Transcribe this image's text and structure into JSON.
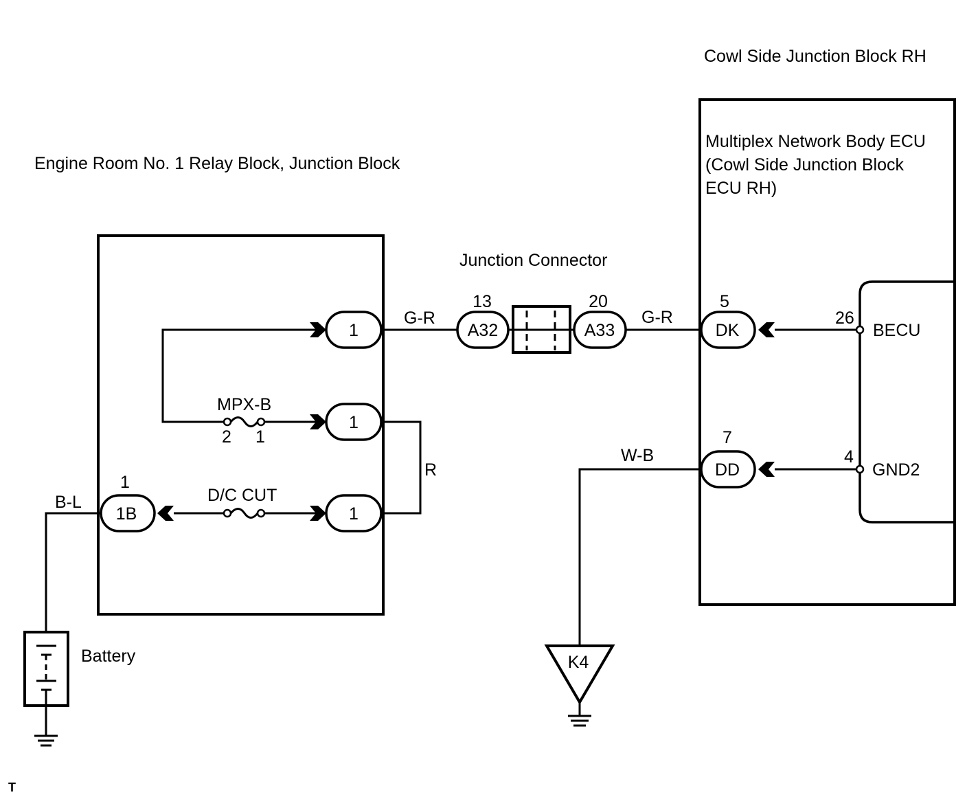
{
  "labels": {
    "cowl_block_title": "Cowl Side Junction Block RH",
    "engine_block_title": "Engine Room No. 1 Relay Block, Junction Block",
    "ecu_line1": "Multiplex Network Body ECU",
    "ecu_line2": "(Cowl Side Junction Block",
    "ecu_line3": "ECU RH)",
    "junction_connector": "Junction Connector",
    "battery": "Battery",
    "corner_mark": "T"
  },
  "fuses": {
    "mpx_b": {
      "name": "MPX-B",
      "pin_left": "2",
      "pin_right": "1"
    },
    "dc_cut": {
      "name": "D/C CUT"
    }
  },
  "wires": {
    "g_r_left": "G-R",
    "g_r_right": "G-R",
    "r": "R",
    "b_l": "B-L",
    "w_b": "W-B"
  },
  "connectors": {
    "er_out_top": "1",
    "er_out_mid": "1",
    "er_out_bot": "1",
    "er_1b": {
      "code": "1B",
      "pin": "1"
    },
    "a32": {
      "code": "A32",
      "pin": "13"
    },
    "a33": {
      "code": "A33",
      "pin": "20"
    },
    "dk": {
      "code": "DK",
      "pin": "5"
    },
    "dd": {
      "code": "DD",
      "pin": "7"
    }
  },
  "ecu_terminals": {
    "becu": {
      "name": "BECU",
      "pin": "26"
    },
    "gnd2": {
      "name": "GND2",
      "pin": "4"
    }
  },
  "ground_point": "K4"
}
